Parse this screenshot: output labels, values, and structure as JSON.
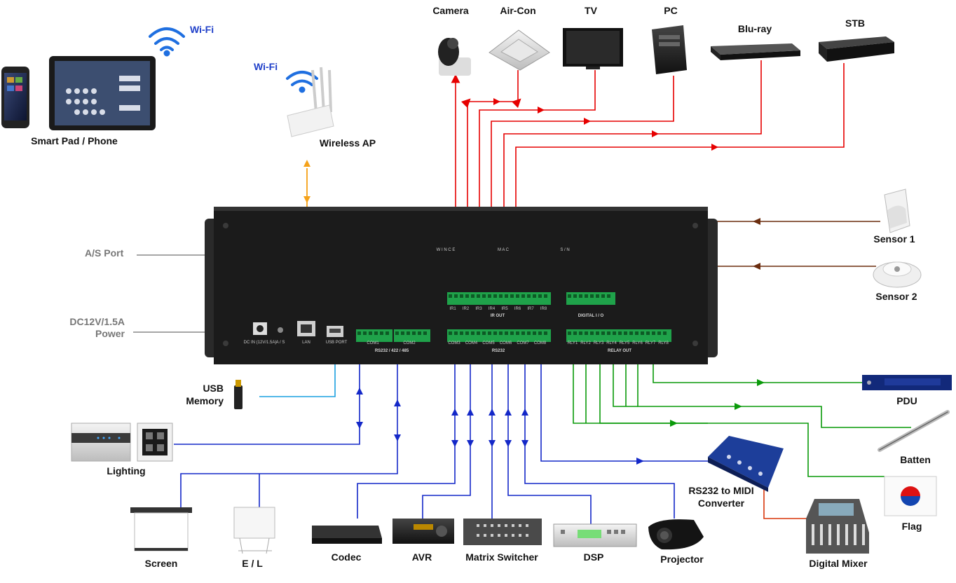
{
  "top_devices": {
    "camera": "Camera",
    "aircon": "Air-Con",
    "tv": "TV",
    "pc": "PC",
    "bluray": "Blu-ray",
    "stb": "STB"
  },
  "left_devices": {
    "wifi_pad": "Wi-Fi",
    "smart_pad": "Smart Pad / Phone",
    "wifi_ap": "Wi-Fi",
    "wireless_ap": "Wireless AP",
    "as_port": "A/S Port",
    "dc_power_line1": "DC12V/1.5A",
    "dc_power_line2": "Power",
    "usb_line1": "USB",
    "usb_line2": "Memory",
    "lighting": "Lighting"
  },
  "right_devices": {
    "sensor1": "Sensor 1",
    "sensor2": "Sensor 2",
    "pdu": "PDU",
    "batten": "Batten",
    "flag": "Flag",
    "midi_line1": "RS232 to MIDI",
    "midi_line2": "Converter",
    "digital_mixer": "Digital Mixer"
  },
  "bottom_devices": {
    "screen": "Screen",
    "el": "E / L",
    "codec": "Codec",
    "avr": "AVR",
    "matrix": "Matrix Switcher",
    "dsp": "DSP",
    "projector": "Projector"
  },
  "panel": {
    "ir_out": "IR OUT",
    "digital_io": "DIGITAL I / O",
    "rs232": "RS232",
    "relay_out": "RELAY OUT",
    "rs_multi": "RS232 / 422 / 485",
    "com1": "COM1",
    "com2": "COM2",
    "lan": "LAN",
    "usb_port": "USB PORT",
    "dc_in": "DC IN (12V/1.5A)",
    "as": "A / S",
    "ir_ports": [
      "IR1",
      "IR2",
      "IR3",
      "IR4",
      "IR5",
      "IR6",
      "IR7",
      "IR8"
    ],
    "com_ports": [
      "COM3",
      "COM4",
      "COM5",
      "COM6",
      "COM7",
      "COM8"
    ],
    "rly_ports": [
      "RLY1",
      "RLY2",
      "RLY3",
      "RLY4",
      "RLY5",
      "RLY6",
      "RLY7",
      "RLY8"
    ],
    "header_left": "W I N C E",
    "header_mid": "M A C",
    "header_right": "S / N"
  },
  "colors": {
    "ir": "#e60000",
    "rs232": "#1428c8",
    "relay": "#0a9a0a",
    "sensor": "#6b2d0f",
    "wifi_link": "#f5a21a",
    "usb_link": "#1aa0e0",
    "gray_link": "#888888",
    "midi_link": "#d9360b",
    "panel": "#1b1b1b"
  }
}
